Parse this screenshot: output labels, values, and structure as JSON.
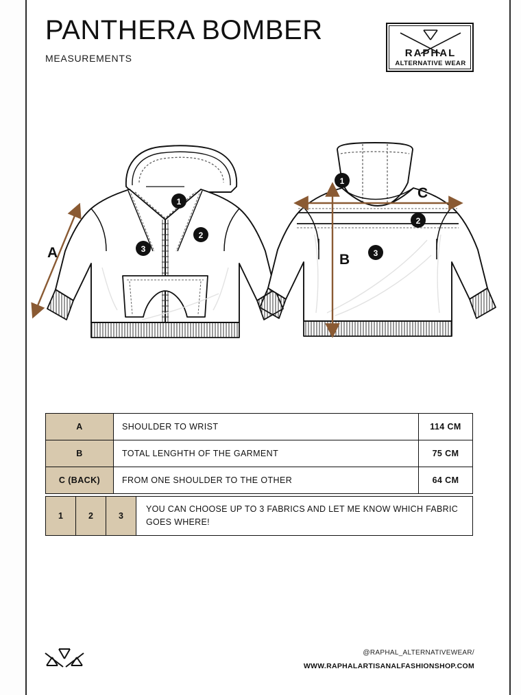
{
  "document": {
    "title": "PANTHERA BOMBER",
    "subtitle": "MEASUREMENTS"
  },
  "logo": {
    "brand": "RAPHAL",
    "tagline": "ALTERNATIVE WEAR",
    "mark_name": "crossed-triangles-mark"
  },
  "illustration": {
    "front": {
      "view_label": "front-view",
      "dimension_label": "A",
      "badges": [
        "1",
        "2",
        "3"
      ],
      "features": [
        "hood",
        "front-zipper",
        "kangaroo-pocket",
        "ribbed-cuffs",
        "ribbed-hem"
      ]
    },
    "back": {
      "view_label": "back-view",
      "dimension_labels": [
        "B",
        "C"
      ],
      "badges": [
        "1",
        "2",
        "3"
      ],
      "features": [
        "hood",
        "yoke-seam",
        "ribbed-cuffs",
        "ribbed-hem"
      ]
    },
    "arrow_color": "#8a5a33"
  },
  "measurements": {
    "rows": [
      {
        "key": "A",
        "description": "SHOULDER TO WRIST",
        "value": "114 CM"
      },
      {
        "key": "B",
        "description": "TOTAL LENGHTH OF THE GARMENT",
        "value": "75 CM"
      },
      {
        "key": "C (BACK)",
        "description": "FROM ONE SHOULDER TO THE OTHER",
        "value": "64 CM"
      }
    ]
  },
  "fabrics": {
    "numbers": [
      "1",
      "2",
      "3"
    ],
    "note": "YOU CAN CHOOSE UP TO 3 FABRICS AND LET ME KNOW WHICH FABRIC GOES WHERE!"
  },
  "footer": {
    "handle": "@RAPHAL_ALTERNATIVEWEAR/",
    "website": "WWW.RAPHALARTISANALFASHIONSHOP.COM"
  },
  "colors": {
    "beige": "#d8c9ae",
    "brown_arrow": "#8a5a33",
    "ink": "#111111",
    "page": "#ffffff"
  }
}
